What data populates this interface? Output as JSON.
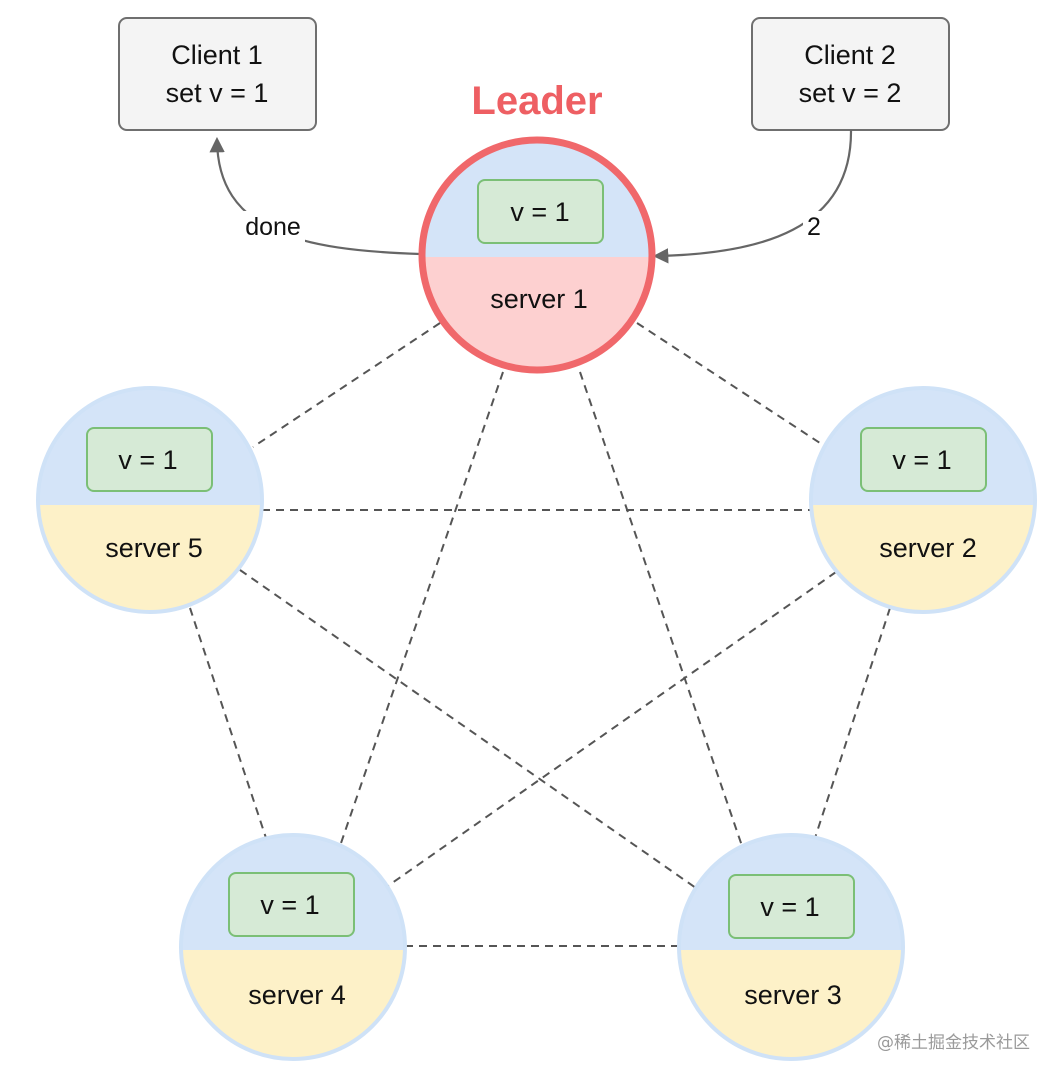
{
  "title": "Leader",
  "clients": [
    {
      "name": "Client 1",
      "op": "set v = 1"
    },
    {
      "name": "Client 2",
      "op": "set v = 2"
    }
  ],
  "edge_labels": {
    "done": "done",
    "two": "2"
  },
  "servers": [
    {
      "name": "server 1",
      "value": "v = 1",
      "role": "leader"
    },
    {
      "name": "server 2",
      "value": "v = 1",
      "role": "follower"
    },
    {
      "name": "server 3",
      "value": "v = 1",
      "role": "follower"
    },
    {
      "name": "server 4",
      "value": "v = 1",
      "role": "follower"
    },
    {
      "name": "server 5",
      "value": "v = 1",
      "role": "follower"
    }
  ],
  "colors": {
    "leader_ring": "#f0686b",
    "leader_lower": "#fdd0d0",
    "top_fill": "#d4e4f8",
    "follower_lower": "#fdf1c8",
    "follower_ring": "#cfe2f7",
    "value_box_fill": "#d6ead6",
    "value_box_stroke": "#7bbf76",
    "client_fill": "#f4f4f4",
    "client_stroke": "#6f6f6f",
    "dashed": "#555555",
    "arrow": "#666666"
  },
  "watermark": "@稀土掘金技术社区"
}
